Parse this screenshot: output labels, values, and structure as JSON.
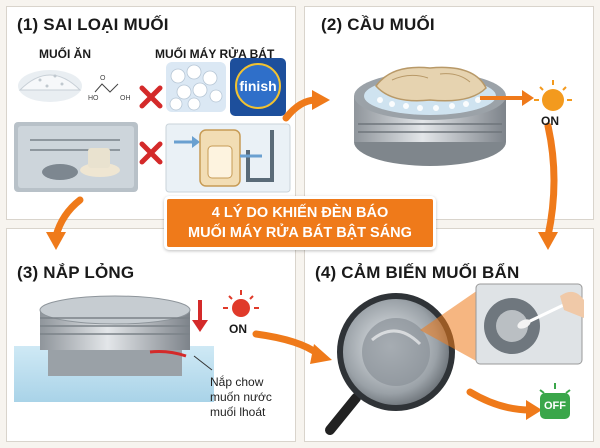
{
  "banner": {
    "line1": "4 LÝ DO KHIẾN ĐÈN BÁO",
    "line2": "MUỐI MÁY RỬA BÁT BẬT SÁNG"
  },
  "panels": [
    {
      "title": "(1) SAI LOẠI MUỐI",
      "labels": [
        "MUỐI ĂN",
        "MUỐI MÁY RỬA BÁT"
      ],
      "brand": "finish"
    },
    {
      "title": "(2) CẦU MUỐI",
      "lamp": "ON"
    },
    {
      "title": "(3) NẮP LỎNG",
      "lamp": "ON",
      "note": [
        "Nắp chow",
        "muốn nước",
        "muối lhoát"
      ]
    },
    {
      "title": "(4) CẢM BIẾN MUỐI BẨN",
      "lamp": "OFF"
    }
  ],
  "colors": {
    "accent": "#ef7a1a",
    "cross": "#d42a2a",
    "lamp_red": "#e03a2a",
    "lamp_orange": "#f39a1e",
    "lamp_green": "#3aa64a"
  },
  "icons": [
    "table-salt-icon",
    "chemical-formula-icon",
    "salt-pellets-icon",
    "finish-box-icon",
    "cross-icon",
    "softener-diagram-icon",
    "salt-cap-icon",
    "magnifier-icon",
    "cotton-swab-icon",
    "arrow-icon"
  ]
}
